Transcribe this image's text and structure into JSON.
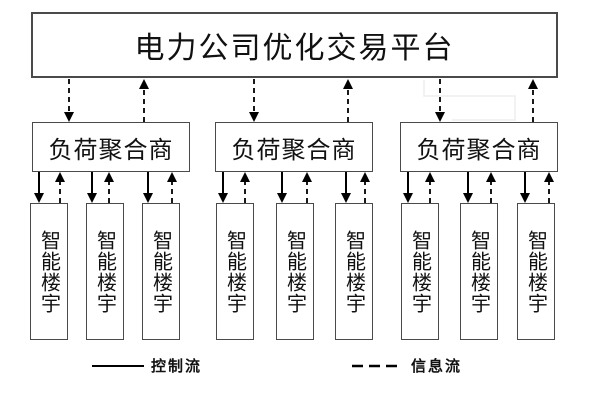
{
  "diagram": {
    "platform": {
      "label": "电力公司优化交易平台"
    },
    "aggregators": [
      {
        "label": "负荷聚合商"
      },
      {
        "label": "负荷聚合商"
      },
      {
        "label": "负荷聚合商"
      }
    ],
    "buildings": [
      {
        "label": "智能楼宇"
      },
      {
        "label": "智能楼宇"
      },
      {
        "label": "智能楼宇"
      },
      {
        "label": "智能楼宇"
      },
      {
        "label": "智能楼宇"
      },
      {
        "label": "智能楼宇"
      },
      {
        "label": "智能楼宇"
      },
      {
        "label": "智能楼宇"
      },
      {
        "label": "智能楼宇"
      }
    ],
    "legend": {
      "control_flow_label": "控制流",
      "info_flow_label": "信息流",
      "control_flow_style": "solid",
      "info_flow_style": "dashed"
    },
    "colors": {
      "background": "#ffffff",
      "box_border": "#4a4a4a",
      "text": "#111111",
      "line": "#000000"
    }
  }
}
